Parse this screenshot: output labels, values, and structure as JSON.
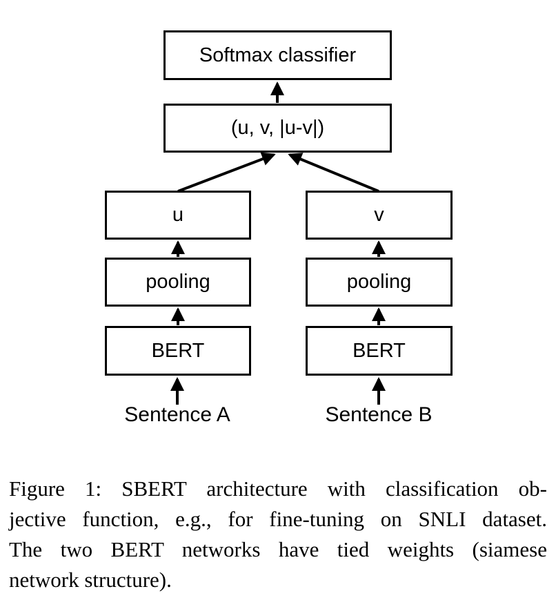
{
  "figure": {
    "boxes": {
      "softmax": "Softmax classifier",
      "concat": "(u, v, |u-v|)",
      "u": "u",
      "v": "v",
      "pooling_left": "pooling",
      "pooling_right": "pooling",
      "bert_left": "BERT",
      "bert_right": "BERT"
    },
    "inputs": {
      "sentence_a": "Sentence A",
      "sentence_b": "Sentence B"
    },
    "icons": [
      "arrow-up-concat-to-softmax",
      "arrow-up-u-to-concat",
      "arrow-up-v-to-concat",
      "arrow-up-pooling-to-u",
      "arrow-up-pooling-to-v",
      "arrow-up-bert-to-pooling-left",
      "arrow-up-bert-to-pooling-right",
      "arrow-up-sentence-a-to-bert",
      "arrow-up-sentence-b-to-bert"
    ]
  },
  "caption": {
    "lines": [
      "Figure 1: SBERT architecture with classification ob-",
      "jective function, e.g., for fine-tuning on SNLI dataset.",
      "The two BERT networks have tied weights (siamese",
      "network structure)."
    ]
  },
  "colors": {
    "ink": "#000000",
    "background": "#ffffff"
  }
}
